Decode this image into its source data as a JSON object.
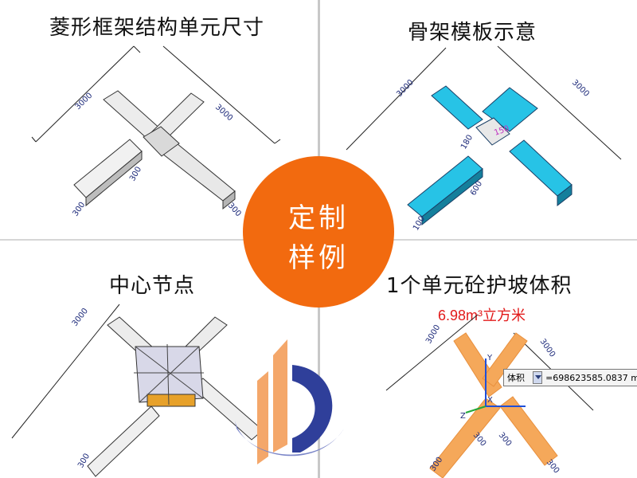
{
  "titles": {
    "top_left": "菱形框架结构单元尺寸",
    "top_right": "骨架模板示意",
    "bottom_left": "中心节点",
    "bottom_right": "1个单元砼护坡体积"
  },
  "badge": {
    "line1": "定制",
    "line2": "样例"
  },
  "volume": "6.98m³立方米",
  "property": {
    "field": "体积",
    "value": "=698623585.0837 m"
  },
  "dims": {
    "d3000": "3000",
    "d300": "300",
    "d600": "600",
    "d180": "180",
    "d150": "150",
    "d100": "100"
  },
  "axes": {
    "y": "Y",
    "x": "X",
    "z": "Z"
  },
  "colors": {
    "accent": "#f26a0f",
    "red": "#e21a1a",
    "slope": "#f5a85a",
    "cyan": "#27c3e6"
  }
}
